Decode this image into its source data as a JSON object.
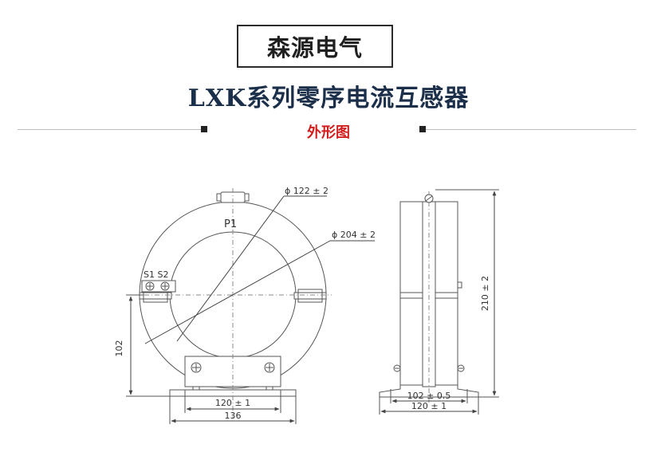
{
  "header": {
    "brand": "森源电气",
    "title": "LXK系列零序电流互感器",
    "subtitle": "外形图"
  },
  "colors": {
    "title": "#1c2f4a",
    "subtitle": "#d21d1d",
    "line": "#555555"
  },
  "front_view": {
    "label_p1": "P1",
    "terminal_labels": "S1 S2",
    "dim_inner_diameter": "ϕ 122 ± 2",
    "dim_outer_diameter": "ϕ 204 ± 2",
    "dim_height": "102",
    "dim_base_inner": "120 ± 1",
    "dim_base_outer": "136"
  },
  "side_view": {
    "dim_height": "210 ± 2",
    "dim_base_inner": "102 ± 0.5",
    "dim_base_outer": "120 ± 1"
  }
}
